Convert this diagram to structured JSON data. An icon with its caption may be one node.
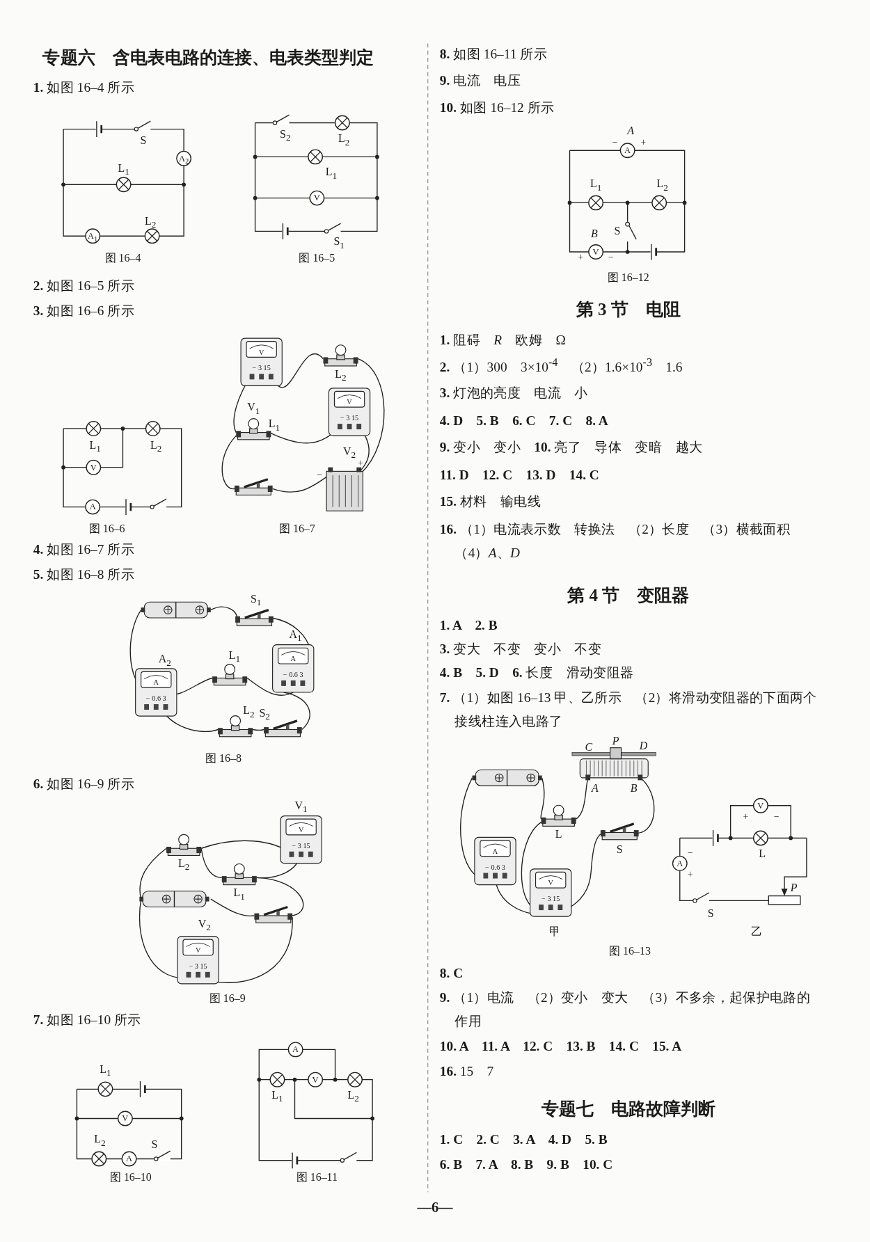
{
  "diagram": {
    "title": "专题六　含电表电路的连接、电表类型判定",
    "labels": [
      "**1.** 如图 16–4 所示",
      "S",
      "A$_{2}$",
      "L$_{1}$",
      "L$_{2}$",
      "A$_{1}$",
      "图 16–4",
      "S$_{2}$",
      "L$_{2}$",
      "L$_{1}$",
      "V",
      "S$_{1}$",
      "图 16–5",
      "**2.** 如图 16–5 所示",
      "**3.** 如图 16–6 所示",
      "V",
      "L$_{2}$",
      "− 3 15",
      "V$_{1}$",
      "L$_{1}$",
      "V",
      "− 3 15",
      "V$_{2}$",
      "+",
      "−",
      "L$_{1}$",
      "L$_{2}$",
      "V",
      "A",
      "图 16–6",
      "图 16–7",
      "**4.** 如图 16–7 所示",
      "**5.** 如图 16–8 所示",
      "S$_{1}$",
      "A$_{1}$",
      "A$_{2}$",
      "L$_{1}$",
      "A",
      "− 0.6 3",
      "A",
      "− 0.6 3",
      "L$_{2}$",
      "S$_{2}$",
      "图 16–8",
      "**6.** 如图 16–9 所示",
      "V$_{1}$",
      "V",
      "− 3 15",
      "L$_{2}$",
      "L$_{1}$",
      "V$_{2}$",
      "V",
      "− 3 15",
      "图 16–9",
      "**7.** 如图 16–10 所示",
      "L$_{1}$",
      "V",
      "L$_{2}$",
      "S",
      "A",
      "图 16–10",
      "A",
      "V",
      "L$_{1}$",
      "L$_{2}$",
      "图 16–11",
      "**8.** 如图 16–11 所示",
      "**9.** 电流　电压",
      "**10.** 如图 16–12 所示",
      "A",
      "−",
      "+",
      "A",
      "L$_{1}$",
      "L$_{2}$",
      "B",
      "S",
      "+",
      "V",
      "−",
      "图 16–12",
      "第 3 节　电阻",
      "**1.** 阻碍　*R*　欧姆　Ω",
      "**2.** （1）300　3×10$^{-4}$　（2）1.6×10$^{-3}$　1.6",
      "**3.** 灯泡的亮度　电流　小",
      "4. D　5. B　6. C　7. C　8. A",
      "**9.** 变小　变小　**10.** 亮了　导体　变暗　越大",
      "11. D　12. C　13. D　14. C",
      "**15.** 材料　输电线",
      "**16.** （1）电流表示数　转换法　（2）长度　（3）横截面积（4）*A*、*D*",
      "第 4 节　变阻器",
      "1. A　2. B",
      "**3.** 变大　不变　变小　不变",
      "**4. B**　**5. D**　**6.** 长度　滑动变阻器",
      "**7.** （1）如图 16–13 甲、乙所示　（2）将滑动变阻器的下面两个接线柱连入电路了",
      "P",
      "C",
      "D",
      "A",
      "B",
      "L",
      "A",
      "− 0.6 3",
      "S",
      "V",
      "− 3 15",
      "+",
      "V",
      "−",
      "L",
      "−",
      "A",
      "+",
      "P",
      "S",
      "甲",
      "乙",
      "图 16–13",
      "8. C",
      "**9.** （1）电流　（2）变小　变大　（3）不多余，起保护电路的作用",
      "10. A　11. A　12. C　13. B　14. C　15. A",
      "**16.** 15　7",
      "专题七　电路故障判断",
      "1. C　2. C　3. A　4. D　5. B",
      "6. B　7. A　8. B　9. B　10. C",
      "—6—"
    ]
  }
}
